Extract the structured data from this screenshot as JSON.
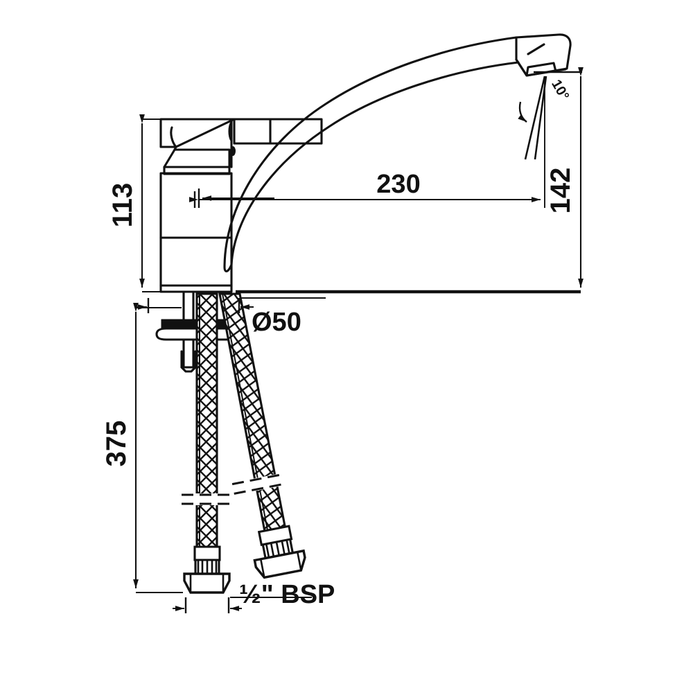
{
  "document": {
    "type": "technical-drawing",
    "subject": "Single lever kitchen sink mixer tap with swivel spout and flexible braided inlet hoses",
    "view": "side elevation",
    "units": "mm",
    "background_color": "#ffffff",
    "line_color": "#111111"
  },
  "dimensions": {
    "body_height": "113",
    "spout_reach": "230",
    "spout_height": "142",
    "hose_length": "375",
    "mounting_hole_diameter": "Ø50",
    "thread_size": "½\" BSP",
    "spout_tip_angle": "10°"
  },
  "chart_data": {
    "type": "table",
    "title": "Faucet dimensional callouts",
    "categories": [
      "body_height",
      "spout_reach",
      "spout_height",
      "hose_length",
      "mounting_hole_diameter",
      "thread_size",
      "spout_tip_angle"
    ],
    "values": [
      "113",
      "230",
      "142",
      "375",
      "Ø50",
      "½\" BSP",
      "10°"
    ],
    "units": "mm"
  },
  "parts": {
    "handle": "lever-handle",
    "cartridge_cap": "cap",
    "body": "cylindrical-body",
    "spout": "swan-neck-spout",
    "aerator": "aerator",
    "gasket": "rubber-gasket",
    "washer": "mounting-washer",
    "shank": "threaded-shank",
    "hose_left": "braided-flexible-hose-left",
    "hose_right": "braided-flexible-hose-right",
    "nut_left": "hex-nut-left",
    "nut_right": "hex-nut-right"
  }
}
